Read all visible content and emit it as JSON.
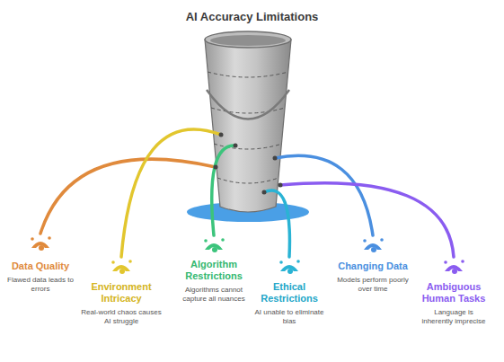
{
  "diagram": {
    "title": "AI Accuracy Limitations",
    "nodes": [
      {
        "text": [
          "Data Quality",
          "Flawed data leads to errors"
        ]
      },
      {
        "text": [
          "Environment Intricacy",
          "Real-world chaos causes AI struggle"
        ]
      },
      {
        "text": [
          "Algorithm Restrictions",
          "Algorithms cannot capture all nuances"
        ]
      },
      {
        "text": [
          "Ethical Restrictions",
          "AI unable to eliminate bias"
        ]
      },
      {
        "text": [
          "Changing Data",
          "Models perform poorly over time"
        ]
      },
      {
        "text": [
          "Ambiguous Human Tasks",
          "Language is inherently imprecise"
        ]
      }
    ]
  }
}
